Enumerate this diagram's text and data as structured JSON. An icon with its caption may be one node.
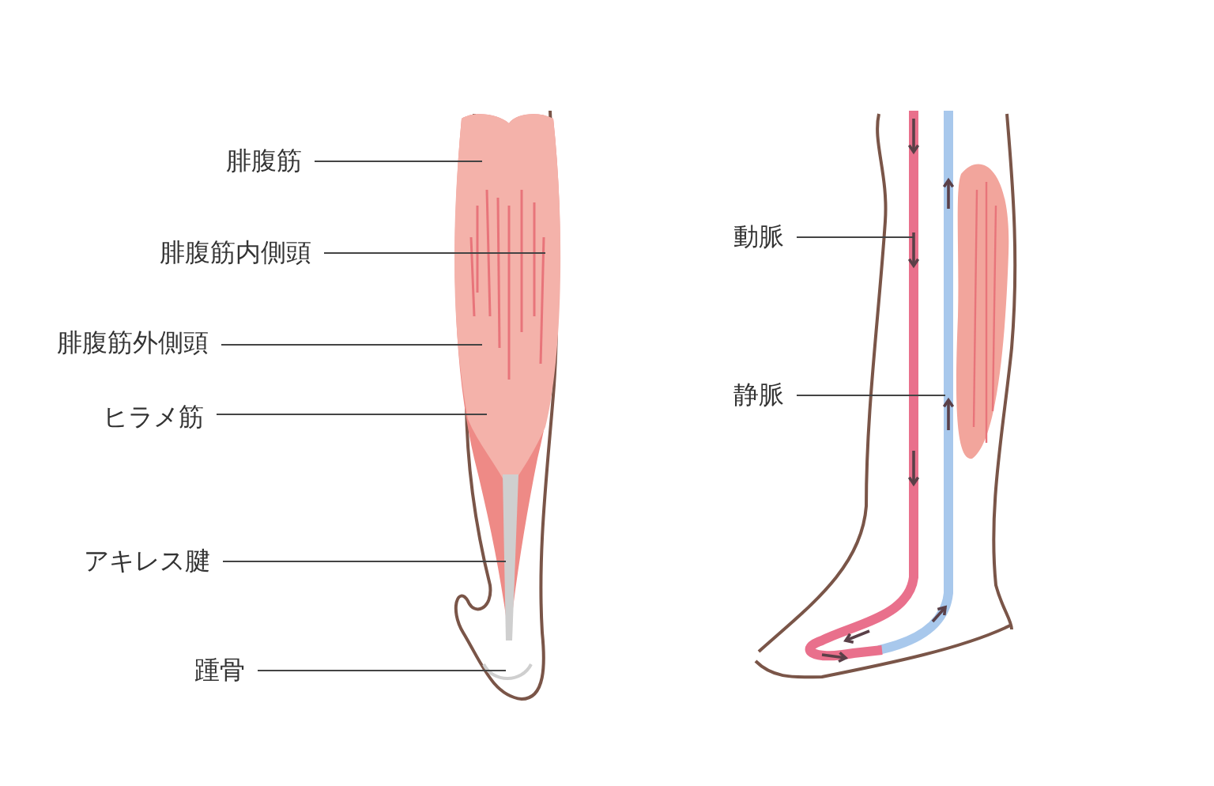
{
  "diagram": {
    "nodes": [
      {
        "text": [
          "腓腹筋"
        ]
      },
      {
        "text": [
          "腓腹筋内側頭"
        ]
      },
      {
        "text": [
          "腓腹筋外側頭"
        ]
      },
      {
        "text": [
          "ヒラメ筋"
        ]
      },
      {
        "text": [
          "アキレス腱"
        ]
      },
      {
        "text": [
          "踵骨"
        ]
      },
      {
        "text": [
          "動脈"
        ]
      },
      {
        "text": [
          "静脈"
        ]
      }
    ],
    "edges": [
      {
        "from": 0,
        "to": null,
        "arrow": "none"
      },
      {
        "from": 1,
        "to": null,
        "arrow": "none"
      },
      {
        "from": 2,
        "to": null,
        "arrow": "none"
      },
      {
        "from": 3,
        "to": null,
        "arrow": "none"
      },
      {
        "from": 4,
        "to": null,
        "arrow": "none"
      },
      {
        "from": 5,
        "to": null,
        "arrow": "none"
      },
      {
        "from": 6,
        "to": null,
        "arrow": "none"
      },
      {
        "from": 7,
        "to": null,
        "arrow": "none"
      }
    ]
  }
}
